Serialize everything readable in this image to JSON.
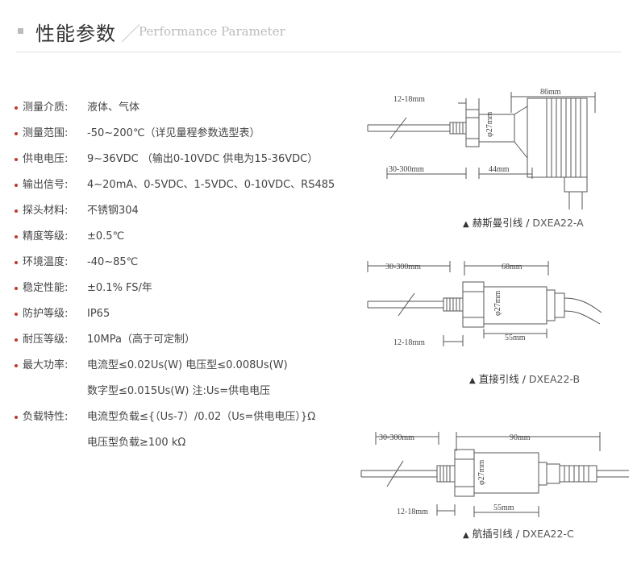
{
  "header": {
    "title": "性能参数",
    "slash": "／",
    "subtitle": "Performance Parameter"
  },
  "specs": [
    {
      "label": "测量介质:",
      "value": "液体、气体"
    },
    {
      "label": "测量范围:",
      "value": "-50~200℃（详见量程参数选型表）"
    },
    {
      "label": "供电电压:",
      "value": "9~36VDC  （输出0-10VDC  供电为15-36VDC）"
    },
    {
      "label": "输出信号:",
      "value": "4~20mA、0-5VDC、1-5VDC、0-10VDC、RS485"
    },
    {
      "label": "探头材料:",
      "value": "不锈钢304"
    },
    {
      "label": "精度等级:",
      "value": "±0.5℃"
    },
    {
      "label": "环境温度:",
      "value": "-40~85℃"
    },
    {
      "label": "稳定性能:",
      "value": "±0.1% FS/年"
    },
    {
      "label": "防护等级:",
      "value": "IP65"
    },
    {
      "label": "耐压等级:",
      "value": "10MPa（高于可定制）"
    },
    {
      "label": "最大功率:",
      "value": "电流型≤0.02Us(W)  电压型≤0.008Us(W)",
      "value2": "数字型≤0.015Us(W)  注:Us=供电电压"
    },
    {
      "label": "负载特性:",
      "value": "电流型负载≤{（Us-7）/0.02（Us=供电电压）}Ω",
      "value2": "电压型负载≥100 kΩ"
    }
  ],
  "diagrams": [
    {
      "caption": "赫斯曼引线",
      "model": "DXEA22-A",
      "dims": {
        "total": "86mm",
        "thread": "12-18mm",
        "probe": "30-300mm",
        "body": "44mm",
        "dia": "φ27mm"
      }
    },
    {
      "caption": "直接引线",
      "model": "DXEA22-B",
      "dims": {
        "probe": "30-300mm",
        "total": "68mm",
        "thread": "12-18mm",
        "body": "55mm",
        "dia": "φ27mm"
      }
    },
    {
      "caption": "航插引线",
      "model": "DXEA22-C",
      "dims": {
        "probe": "30-300mm",
        "total": "90mm",
        "thread": "12-18mm",
        "body": "55mm",
        "dia": "φ27mm"
      }
    }
  ],
  "icons": {
    "caption_marker": "triangle-up-icon",
    "bullet": "red-dot"
  },
  "colors": {
    "bullet": "#c0392b",
    "rule": "#e2e2e2",
    "subtitle": "#bbbbbb"
  }
}
